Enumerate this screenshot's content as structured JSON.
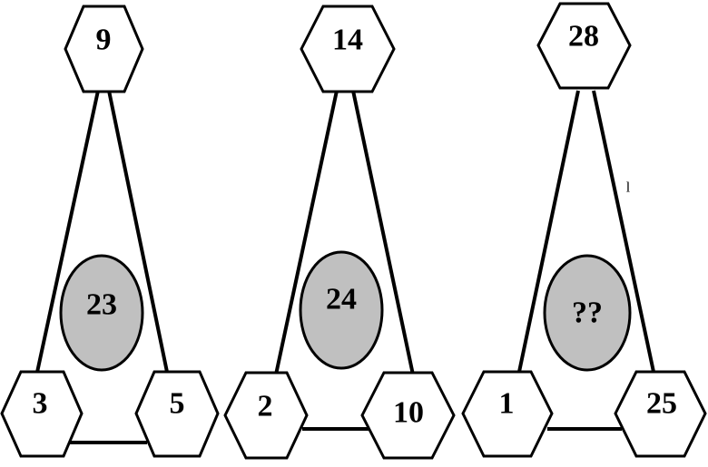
{
  "puzzle": {
    "figures": [
      {
        "top": "9",
        "bottom_left": "3",
        "bottom_right": "5",
        "center": "23"
      },
      {
        "top": "14",
        "bottom_left": "2",
        "bottom_right": "10",
        "center": "24"
      },
      {
        "top": "28",
        "bottom_left": "1",
        "bottom_right": "25",
        "center": "??"
      }
    ],
    "stray_mark": "l"
  }
}
